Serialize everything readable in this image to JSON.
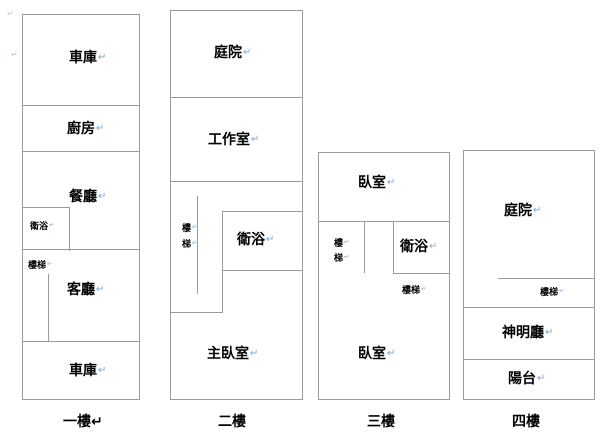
{
  "document": {
    "type": "floor-plan-diagram",
    "pilcrow": "↵",
    "colors": {
      "line": "#9b9b9b",
      "text": "#000000",
      "pilcrow": "#7fa8d4"
    },
    "stray_marks": [
      {
        "name": "stray-paragraph-mark-1",
        "glyph": "↵"
      },
      {
        "name": "stray-paragraph-mark-2",
        "glyph": "↵"
      }
    ]
  },
  "floors": [
    {
      "id": "floor-1",
      "caption": "一樓",
      "rooms": [
        {
          "key": "garage-top",
          "label": "車庫"
        },
        {
          "key": "kitchen",
          "label": "廚房"
        },
        {
          "key": "dining",
          "label": "餐廳"
        },
        {
          "key": "bathroom",
          "label": "衛浴"
        },
        {
          "key": "stairs",
          "label": "樓梯"
        },
        {
          "key": "living",
          "label": "客廳"
        },
        {
          "key": "garage-bottom",
          "label": "車庫"
        }
      ]
    },
    {
      "id": "floor-2",
      "caption": "二樓",
      "rooms": [
        {
          "key": "courtyard",
          "label": "庭院"
        },
        {
          "key": "studio",
          "label": "工作室"
        },
        {
          "key": "stairs-1",
          "label": "樓"
        },
        {
          "key": "stairs-2",
          "label": "梯"
        },
        {
          "key": "bathroom",
          "label": "衛浴"
        },
        {
          "key": "master",
          "label": "主臥室"
        }
      ]
    },
    {
      "id": "floor-3",
      "caption": "三樓",
      "rooms": [
        {
          "key": "bedroom-top",
          "label": "臥室"
        },
        {
          "key": "stairs-1",
          "label": "樓"
        },
        {
          "key": "stairs-2",
          "label": "梯"
        },
        {
          "key": "bathroom",
          "label": "衛浴"
        },
        {
          "key": "stairs-right",
          "label": "樓梯"
        },
        {
          "key": "bedroom-bottom",
          "label": "臥室"
        }
      ]
    },
    {
      "id": "floor-4",
      "caption": "四樓",
      "rooms": [
        {
          "key": "courtyard",
          "label": "庭院"
        },
        {
          "key": "stairs",
          "label": "樓梯"
        },
        {
          "key": "shrine-hall",
          "label": "神明廳"
        },
        {
          "key": "balcony",
          "label": "陽台"
        }
      ]
    }
  ]
}
